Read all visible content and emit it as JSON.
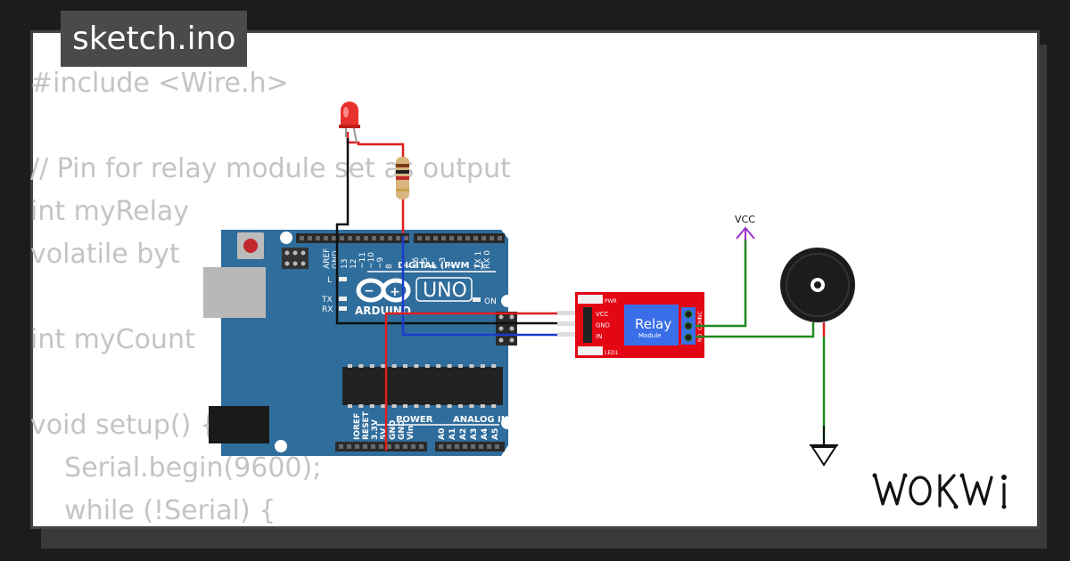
{
  "window": {
    "title": "sketch.ino"
  },
  "code_lines": [
    "#include <Wire.h>",
    "",
    "// Pin for relay module set as output",
    "int myRelay",
    "volatile byt",
    "",
    "int myCount",
    "",
    "void setup() {",
    "    Serial.begin(9600);",
    "    while (!Serial) {"
  ],
  "board": {
    "name": "UNO",
    "brand": "ARDUINO",
    "header_digital": "DIGITAL (PWM ~)",
    "header_power": "POWER",
    "header_analog": "ANALOG IN",
    "label_on": "ON",
    "label_l": "L",
    "label_tx": "TX",
    "label_rx": "RX",
    "digital_pins": [
      "AREF",
      "GND",
      "13",
      "12",
      "~11",
      "~10",
      "~9",
      "8",
      "7",
      "~6",
      "~5",
      "4",
      "~3",
      "2",
      "TX 1",
      "RX 0"
    ],
    "power_pins": [
      "IOREF",
      "RESET",
      "3.3V",
      "5V",
      "GND",
      "GND",
      "Vin"
    ],
    "analog_pins": [
      "A0",
      "A1",
      "A2",
      "A3",
      "A4",
      "A5"
    ],
    "color": "#2f6d9c"
  },
  "relay": {
    "title": "Relay",
    "subtitle": "Module",
    "pins": [
      "VCC",
      "GND",
      "IN"
    ],
    "label_pwr": "PWR",
    "label_led": "LED1",
    "terminal_labels": [
      "NO",
      "COM",
      "NC"
    ],
    "color": "#e30613"
  },
  "vcc": {
    "label": "VCC"
  },
  "components": {
    "led_icon": "red-led-icon",
    "resistor_icon": "resistor-icon",
    "buzzer_icon": "buzzer-icon",
    "ground_icon": "ground-symbol-icon"
  },
  "brand": {
    "logo_text": "WOKWI"
  },
  "colors": {
    "wire_red": "#e01e1e",
    "wire_black": "#111111",
    "wire_blue": "#1a3ccf",
    "wire_green": "#1f8a1f",
    "vcc_purple": "#9b30c8"
  }
}
